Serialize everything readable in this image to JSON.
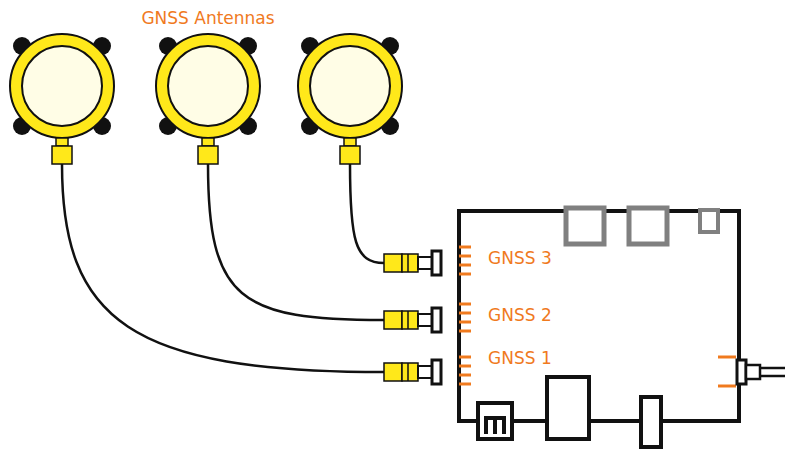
{
  "diagram": {
    "labels": [
      "GNSS Antennas",
      "GNSS 3",
      "GNSS 2",
      "GNSS 1"
    ]
  }
}
